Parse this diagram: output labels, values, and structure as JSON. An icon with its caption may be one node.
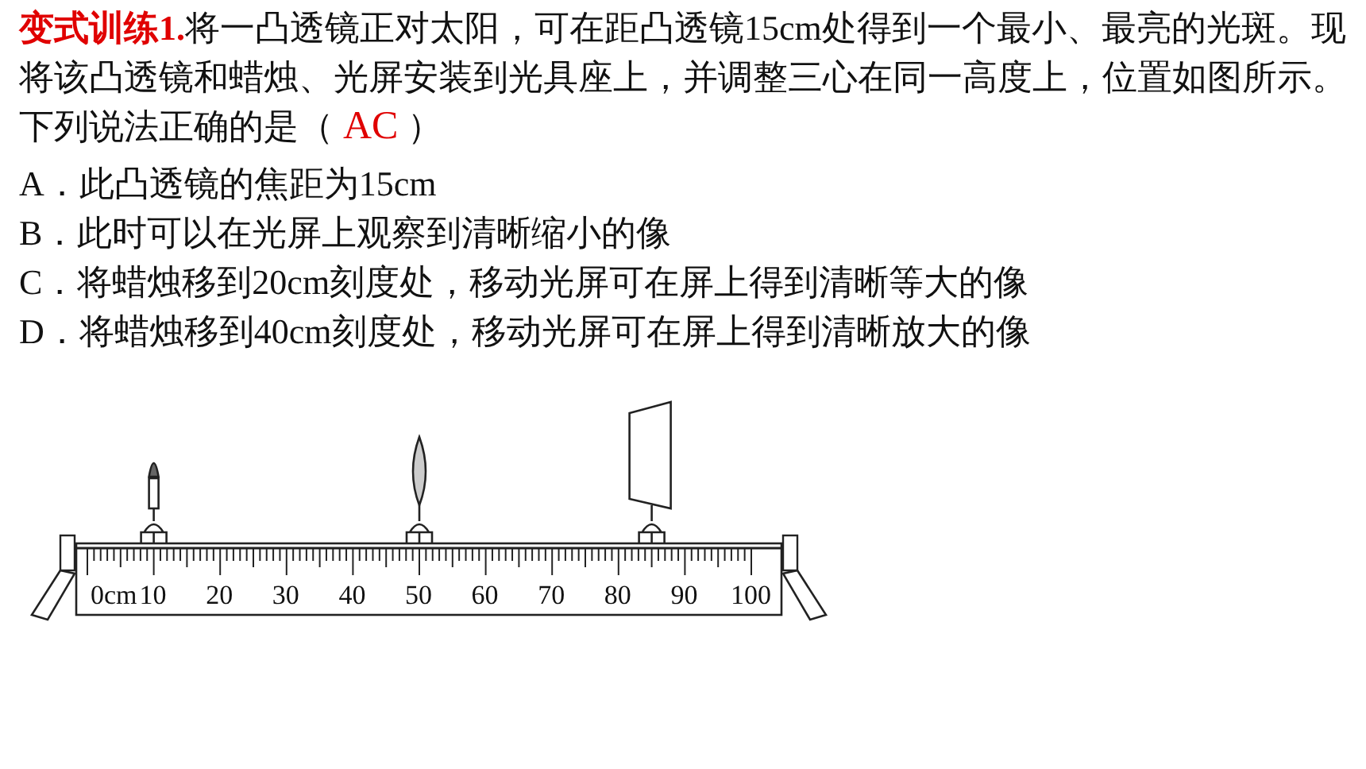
{
  "diagram": {
    "labels": [
      "变式训练1.",
      "将一凸透镜正对太阳，可在距凸透镜15cm处得到一个最小、最亮的光斑。现将该凸透镜和蜡烛、光屏安装到光具座上，并调整三心在同一高度上，位置如图所示。下列说法正确的是（",
      "AC",
      "）",
      "A．此凸透镜的焦距为15cm",
      "B．此时可以在光屏上观察到清晰缩小的像",
      "C．将蜡烛移到20cm刻度处，移动光屏可在屏上得到清晰等大的像",
      "D．将蜡烛移到40cm刻度处，移动光屏可在屏上得到清晰放大的像",
      "0cm",
      "10",
      "20",
      "30",
      "40",
      "50",
      "60",
      "70",
      "80",
      "90",
      "100"
    ]
  }
}
